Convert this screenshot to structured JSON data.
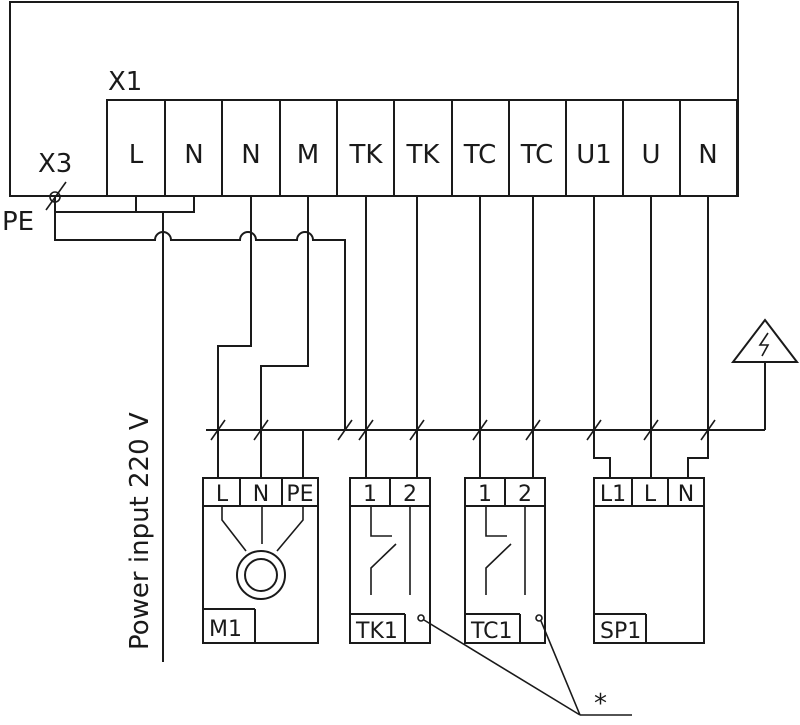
{
  "connector_x1": {
    "label": "X1",
    "terminals": [
      "L",
      "N",
      "N",
      "M",
      "TK",
      "TK",
      "TC",
      "TC",
      "U1",
      "U",
      "N"
    ]
  },
  "connector_x3": {
    "label": "X3"
  },
  "ground": {
    "label": "PE"
  },
  "power_input": {
    "label": "Power input 220 V"
  },
  "motor": {
    "label": "M1",
    "terminals": [
      "L",
      "N",
      "PE"
    ]
  },
  "tk1": {
    "label": "TK1",
    "terminals": [
      "1",
      "2"
    ]
  },
  "tc1": {
    "label": "TC1",
    "terminals": [
      "1",
      "2"
    ]
  },
  "sp1": {
    "label": "SP1",
    "terminals": [
      "L1",
      "L",
      "N"
    ]
  },
  "footnote": {
    "mark": "*"
  },
  "colors": {
    "line": "#1a1a1a",
    "background": "#ffffff"
  }
}
